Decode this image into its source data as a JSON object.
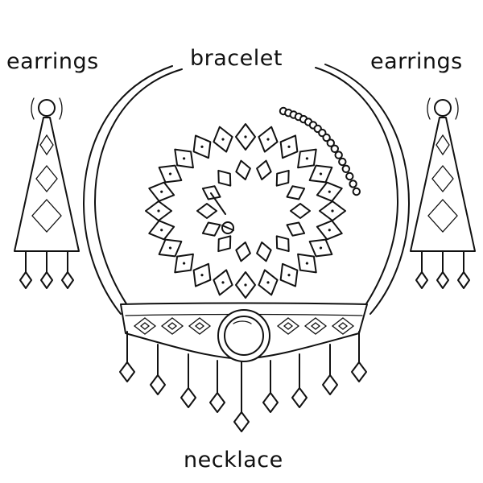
{
  "labels": {
    "earrings_left": "earrings",
    "bracelet": "bracelet",
    "earrings_right": "earrings",
    "necklace": "necklace"
  },
  "colors": {
    "ink": "#111111",
    "background": "#ffffff"
  }
}
